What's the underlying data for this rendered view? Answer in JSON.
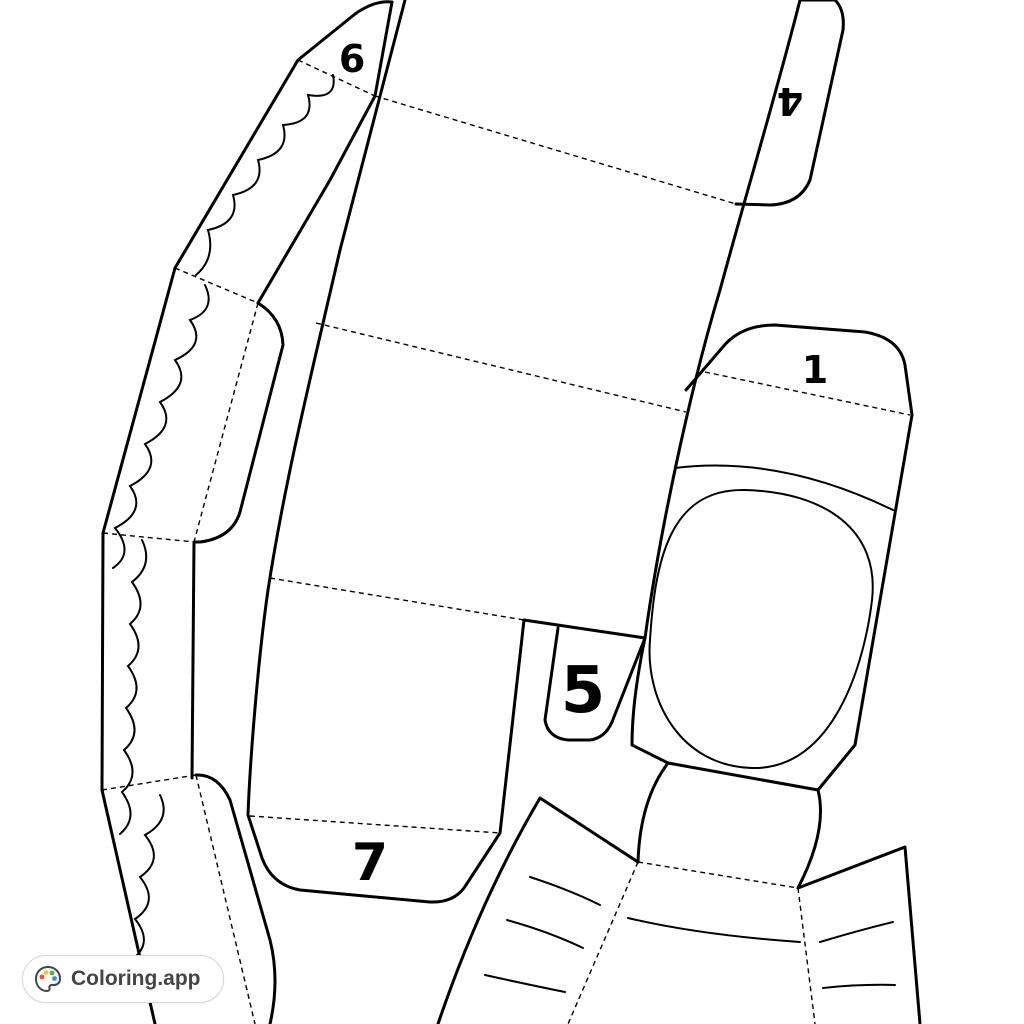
{
  "template": {
    "tab_labels": {
      "top_left": "9",
      "top_right": "4",
      "right": "1",
      "middle": "5",
      "bottom": "7"
    }
  },
  "brand": {
    "name": "Coloring.app",
    "icon": "palette-icon",
    "colors": {
      "red": "#e84a3c",
      "yellow": "#f5c23a",
      "green": "#4cae4c",
      "blue": "#3a8ee6"
    }
  }
}
